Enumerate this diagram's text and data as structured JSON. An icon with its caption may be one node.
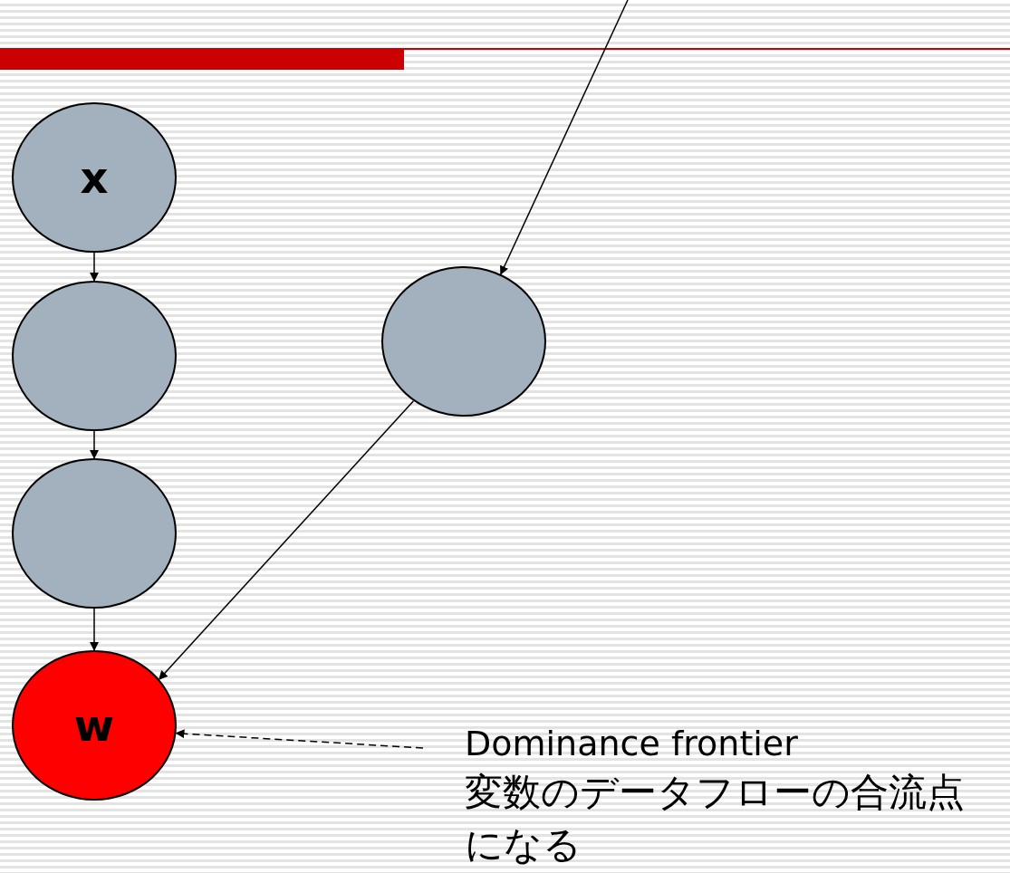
{
  "diagram": {
    "nodes": [
      {
        "text": [
          "x"
        ]
      },
      {
        "text": [],
        "shape": "circle"
      },
      {
        "text": [],
        "shape": "circle"
      },
      {
        "text": [
          "w"
        ]
      },
      {
        "text": [],
        "shape": "circle"
      },
      {
        "text": [
          "Dominance frontier",
          "変数のデータフローの合流点になる"
        ]
      }
    ],
    "edges": [
      {
        "from": 0,
        "to": 1,
        "arrow": "to"
      },
      {
        "from": 1,
        "to": 2,
        "arrow": "to"
      },
      {
        "from": 2,
        "to": 3,
        "arrow": "to"
      },
      {
        "from": 4,
        "to": 3,
        "arrow": "to"
      },
      {
        "from": null,
        "to": 4,
        "arrow": "to"
      },
      {
        "from": 5,
        "to": 3,
        "arrow": "to",
        "style": "dashed"
      }
    ]
  }
}
